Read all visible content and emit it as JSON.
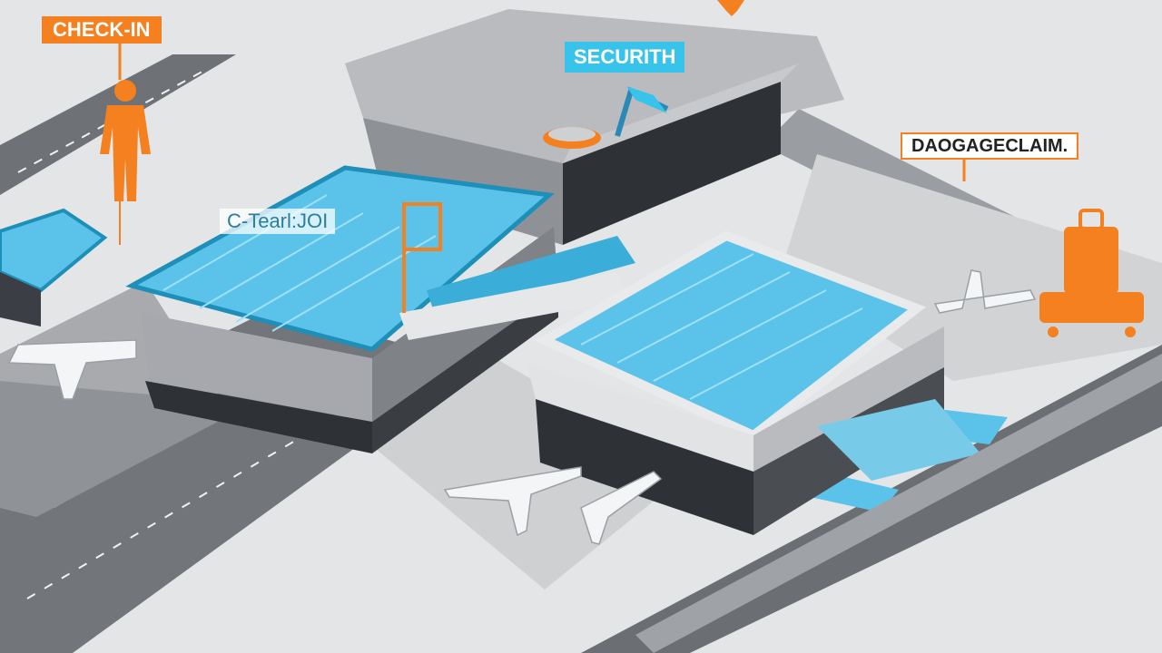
{
  "labels": {
    "checkin": "CHECK-IN",
    "security": "SECURITH",
    "baggage": "DAOGAGECLAIM.",
    "roof": "C-Tearl:ЈОІ"
  },
  "colors": {
    "background": "#e4e5e7",
    "accent_orange": "#f4801f",
    "accent_blue": "#38c4ea",
    "roof_blue": "#5bc3ea",
    "building_dark": "#2e3136",
    "building_grey": "#a6a8ad",
    "road": "#6e7176"
  },
  "icons": {
    "person": "person-icon",
    "luggage": "luggage-icon",
    "airplane": "airplane-icon",
    "scanner": "scanner-icon"
  }
}
